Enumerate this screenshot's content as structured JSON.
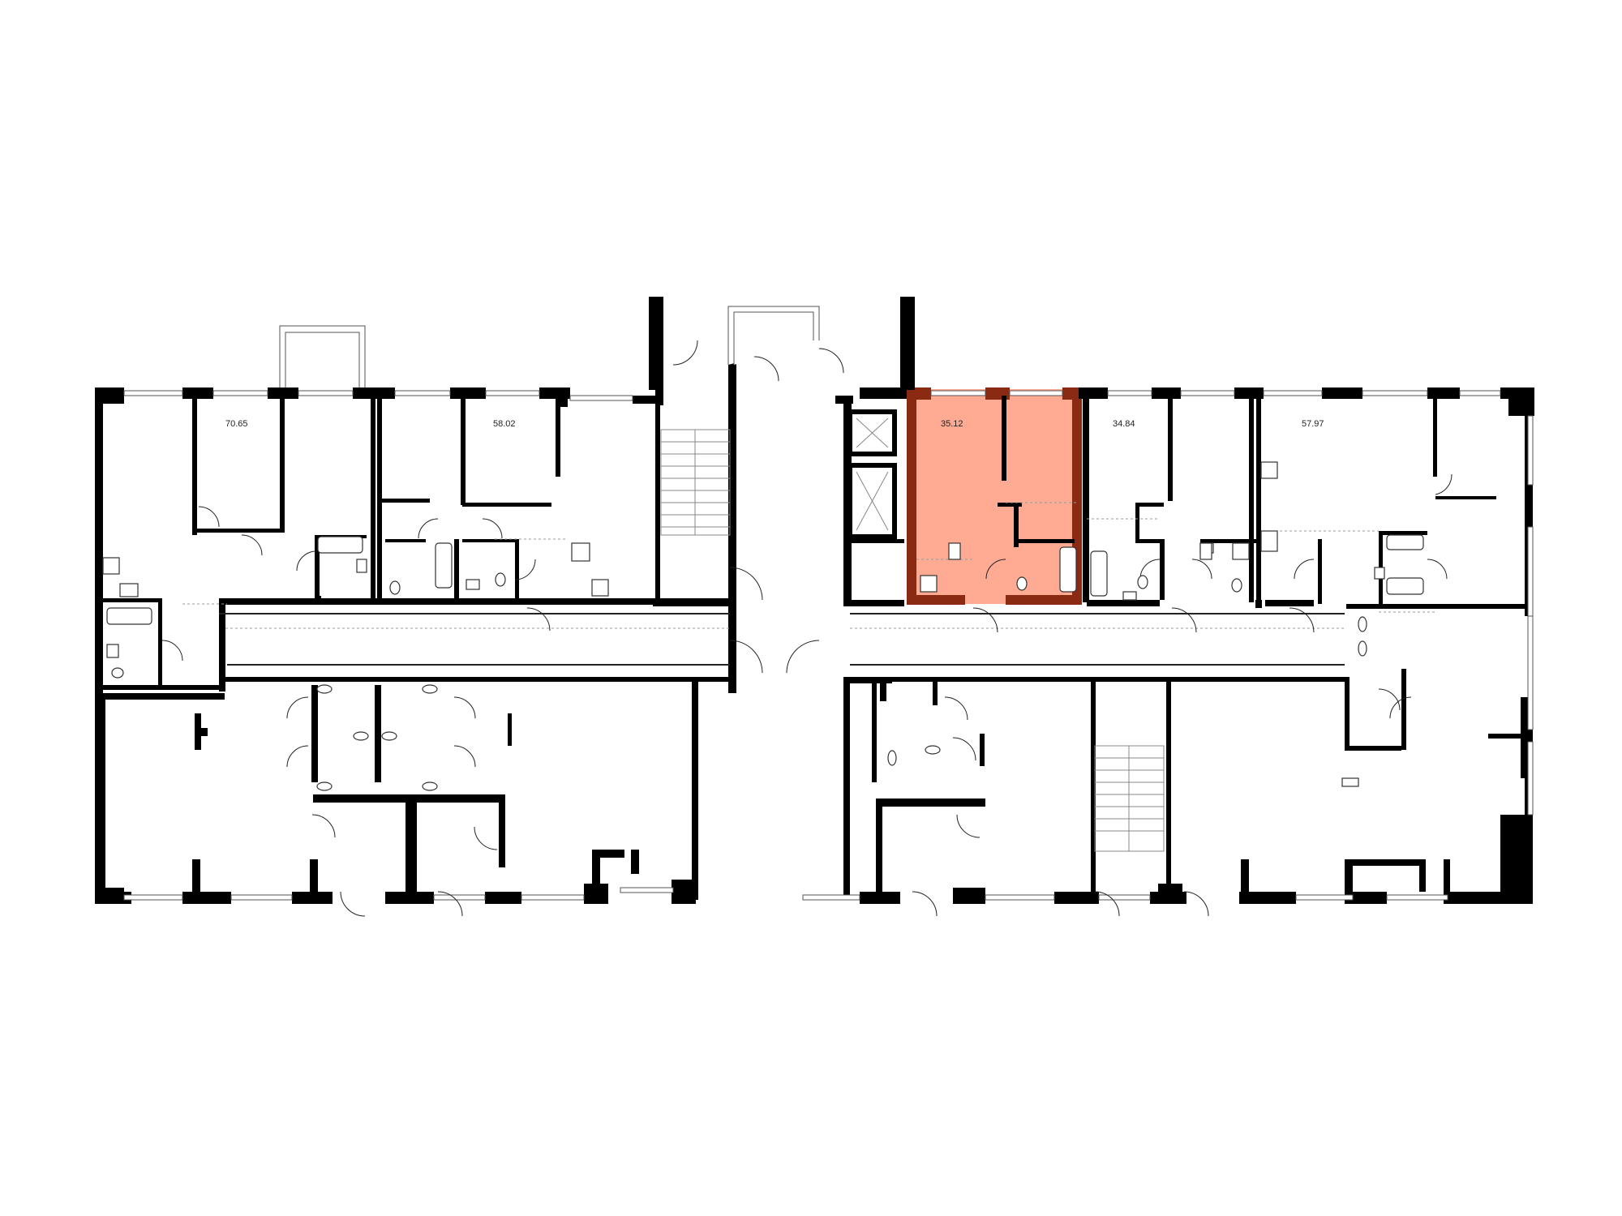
{
  "colors": {
    "wall": "#000000",
    "highlight_fill": "#ffab94",
    "highlight_wall": "#8b2a12",
    "background": "#ffffff"
  },
  "apartments": [
    {
      "id": "apt-1",
      "area": "70.65",
      "highlighted": false
    },
    {
      "id": "apt-2",
      "area": "58.02",
      "highlighted": false
    },
    {
      "id": "apt-3",
      "area": "35.12",
      "highlighted": true
    },
    {
      "id": "apt-4",
      "area": "34.84",
      "highlighted": false
    },
    {
      "id": "apt-5",
      "area": "57.97",
      "highlighted": false
    }
  ]
}
